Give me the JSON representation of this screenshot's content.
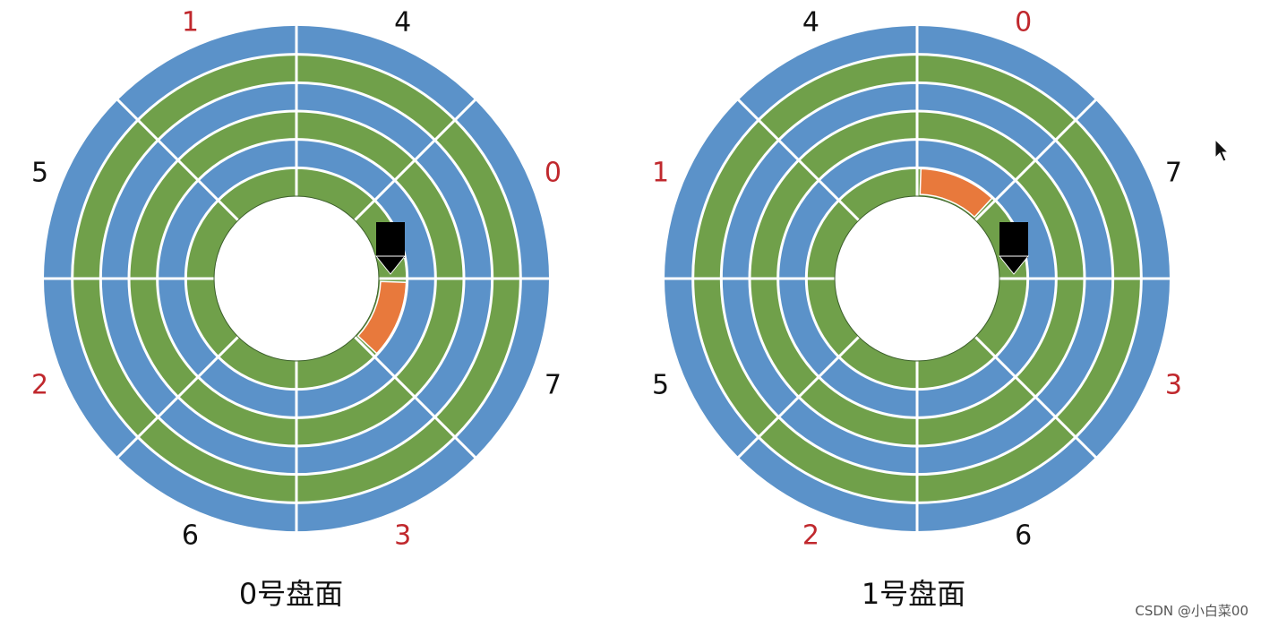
{
  "colors": {
    "blue": "#5B92C9",
    "green": "#70A04A",
    "separator": "#ffffff",
    "highlight": "#E8793C",
    "head": "#000000",
    "label_red": "#C0282D",
    "label_black": "#111111"
  },
  "rings": 6,
  "sectors_per_track": 8,
  "disks": [
    {
      "caption": "0号盘面",
      "ring_colors": [
        "green",
        "blue",
        "green",
        "blue",
        "green",
        "blue"
      ],
      "sector_labels": [
        {
          "text": "0",
          "color": "label_red"
        },
        {
          "text": "7",
          "color": "label_black"
        },
        {
          "text": "3",
          "color": "label_red"
        },
        {
          "text": "6",
          "color": "label_black"
        },
        {
          "text": "2",
          "color": "label_red"
        },
        {
          "text": "5",
          "color": "label_black"
        },
        {
          "text": "1",
          "color": "label_red"
        },
        {
          "text": "4",
          "color": "label_black"
        }
      ],
      "highlight_sector_index": 1,
      "head_icon": "read-write-head-arrow-icon"
    },
    {
      "caption": "1号盘面",
      "ring_colors": [
        "green",
        "blue",
        "green",
        "blue",
        "green",
        "blue"
      ],
      "sector_labels": [
        {
          "text": "7",
          "color": "label_black"
        },
        {
          "text": "3",
          "color": "label_red"
        },
        {
          "text": "6",
          "color": "label_black"
        },
        {
          "text": "2",
          "color": "label_red"
        },
        {
          "text": "5",
          "color": "label_black"
        },
        {
          "text": "1",
          "color": "label_red"
        },
        {
          "text": "4",
          "color": "label_black"
        },
        {
          "text": "0",
          "color": "label_red"
        }
      ],
      "highlight_sector_index": 7,
      "head_icon": "read-write-head-arrow-icon"
    }
  ],
  "watermark": "CSDN @小白菜00",
  "cursor_icon": "mouse-pointer-icon"
}
